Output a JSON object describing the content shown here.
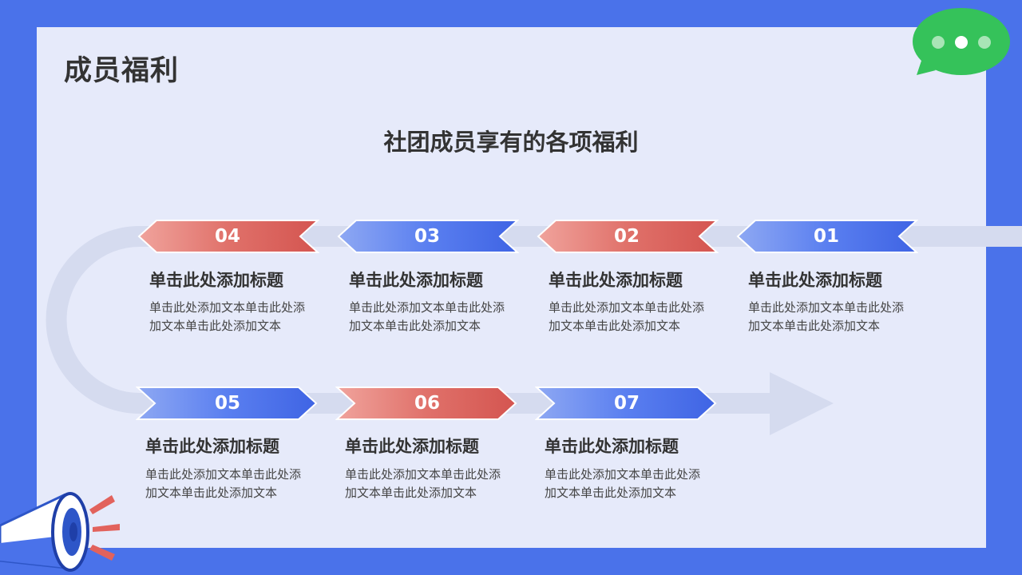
{
  "page_title": "成员福利",
  "subtitle": "社团成员享有的各项福利",
  "colors": {
    "background": "#4a72ea",
    "panel": "#e6eafa",
    "red": "#d9605a",
    "blue": "#4068e6",
    "track": "#d5dbef",
    "bubble": "#35c25a"
  },
  "icons": {
    "bubble": "chat-bubble-icon",
    "megaphone": "megaphone-icon"
  },
  "items": [
    {
      "num": "04",
      "color": "red",
      "direction": "left",
      "title": "单击此处添加标题",
      "desc": "单击此处添加文本单击此处添加文本单击此处添加文本"
    },
    {
      "num": "03",
      "color": "blue",
      "direction": "left",
      "title": "单击此处添加标题",
      "desc": "单击此处添加文本单击此处添加文本单击此处添加文本"
    },
    {
      "num": "02",
      "color": "red",
      "direction": "left",
      "title": "单击此处添加标题",
      "desc": "单击此处添加文本单击此处添加文本单击此处添加文本"
    },
    {
      "num": "01",
      "color": "blue",
      "direction": "left",
      "title": "单击此处添加标题",
      "desc": "单击此处添加文本单击此处添加文本单击此处添加文本"
    },
    {
      "num": "05",
      "color": "blue",
      "direction": "right",
      "title": "单击此处添加标题",
      "desc": "单击此处添加文本单击此处添加文本单击此处添加文本"
    },
    {
      "num": "06",
      "color": "red",
      "direction": "right",
      "title": "单击此处添加标题",
      "desc": "单击此处添加文本单击此处添加文本单击此处添加文本"
    },
    {
      "num": "07",
      "color": "blue",
      "direction": "right",
      "title": "单击此处添加标题",
      "desc": "单击此处添加文本单击此处添加文本单击此处添加文本"
    }
  ]
}
